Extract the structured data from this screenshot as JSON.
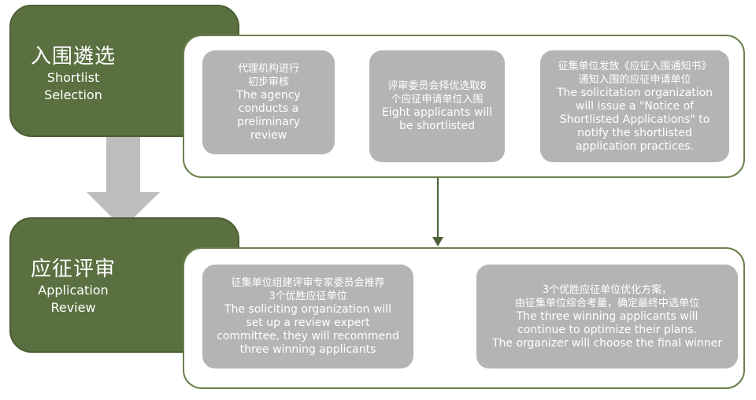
{
  "colors": {
    "stage_fill": "#5a7040",
    "panel_border": "#6a7f4c",
    "step_fill": "#b4b4b4",
    "connector": "#4a6236",
    "big_arrow": "#bdbdbd"
  },
  "stage1": {
    "title_zh": "入围遴选",
    "title_en_line1": "Shortlist",
    "title_en_line2": "Selection",
    "steps": [
      {
        "zh_line1": "代理机构进行",
        "zh_line2": "初步审核",
        "en_lines": [
          "The agency",
          "conducts a",
          "preliminary",
          "review"
        ]
      },
      {
        "zh_line1": "评审委员会择优选取8",
        "zh_line2": "个应征申请单位入围",
        "en_lines": [
          "Eight applicants will",
          "be shortlisted"
        ]
      },
      {
        "zh_line1": "征集单位发放《应征入围通知书》",
        "zh_line2": "通知入围的应征申请单位",
        "en_lines": [
          "The solicitation organization",
          "will issue a \"Notice of",
          "Shortlisted Applications\" to",
          "notify the shortlisted",
          "application practices."
        ]
      }
    ]
  },
  "stage2": {
    "title_zh": "应征评审",
    "title_en_line1": "Application",
    "title_en_line2": "Review",
    "steps": [
      {
        "zh_line1": "征集单位组建评审专家委员会推荐",
        "zh_line2": "3个优胜应征单位",
        "en_lines": [
          "The soliciting organization will",
          "set up a review expert",
          "committee, they will recommend",
          "three winning applicants"
        ]
      },
      {
        "zh_line1": "3个优胜应征单位优化方案，",
        "zh_line2": "由征集单位综合考量，确定最终中选单位",
        "en_lines": [
          "The three winning applicants will",
          "continue to optimize their plans.",
          "The organizer will choose the final winner"
        ]
      }
    ]
  }
}
